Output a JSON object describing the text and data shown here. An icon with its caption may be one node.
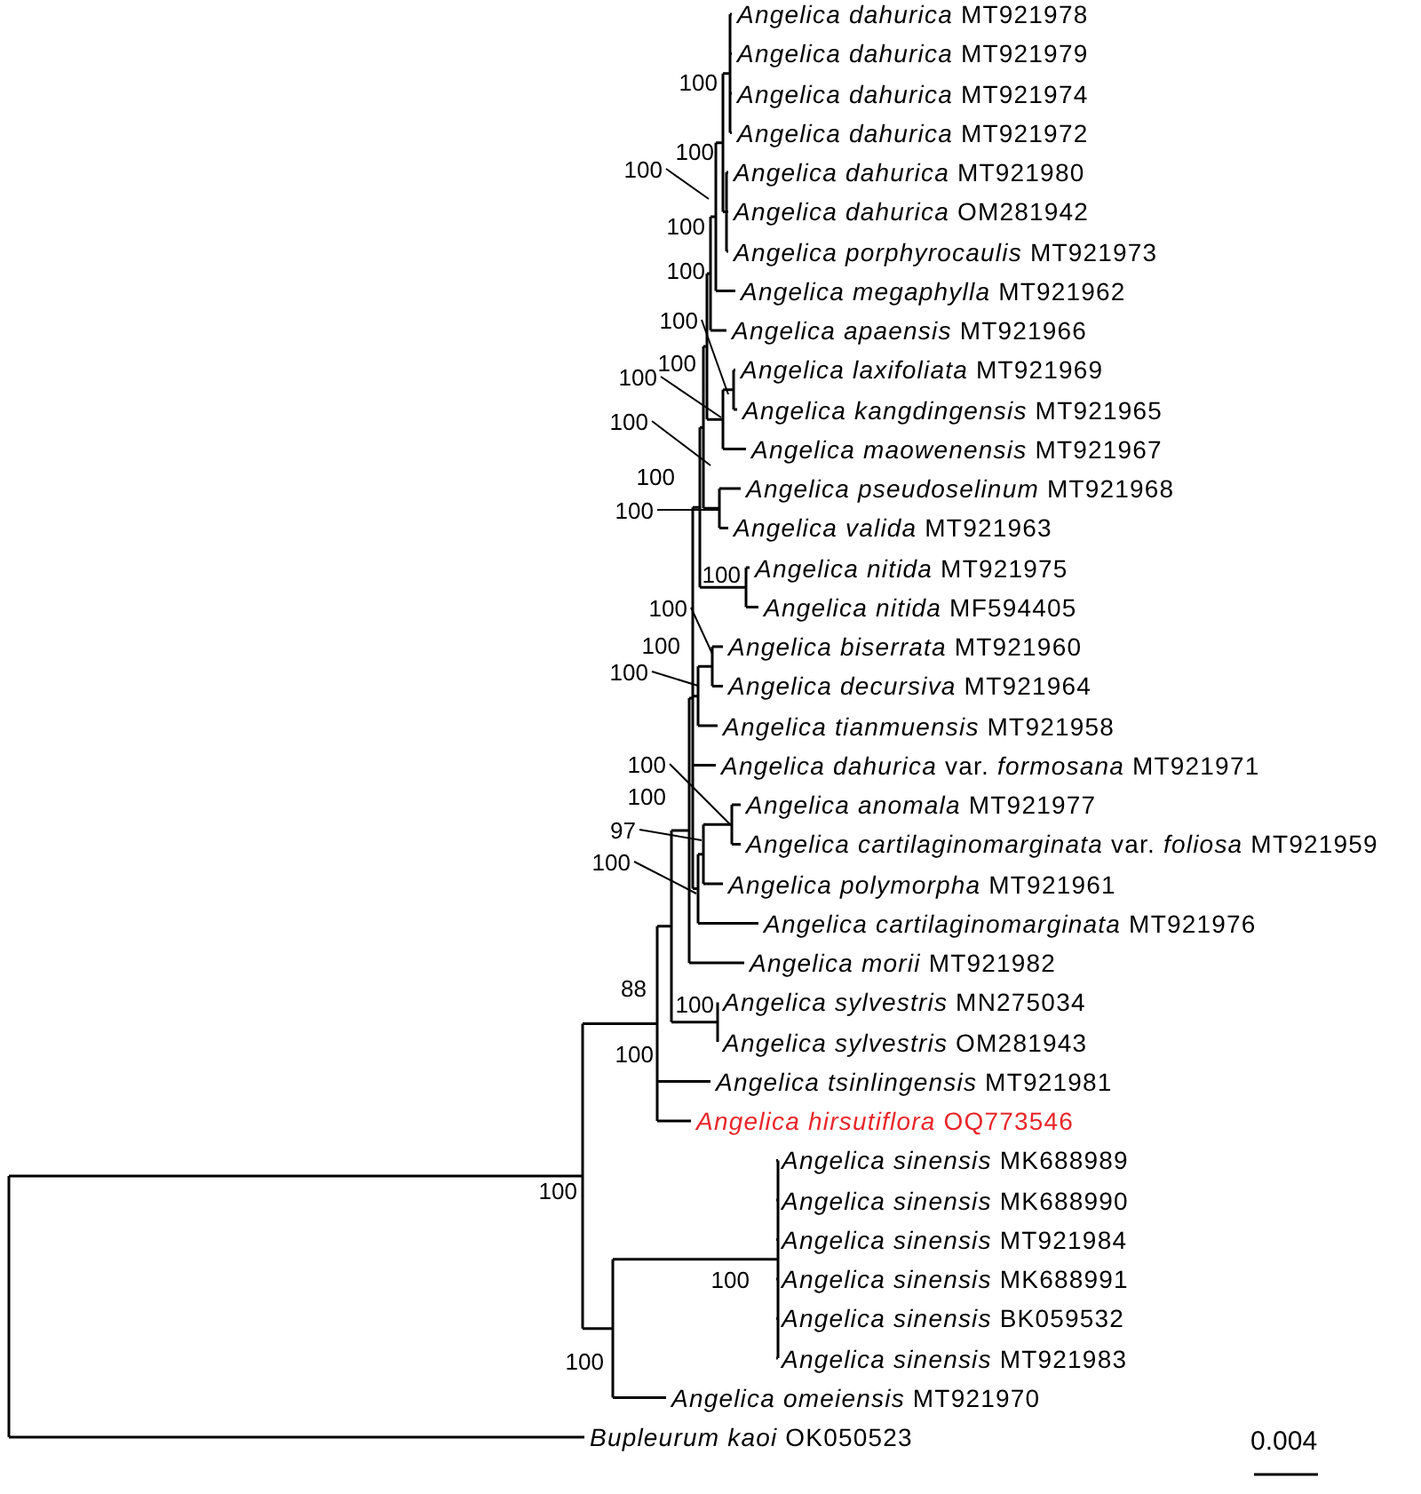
{
  "diagram": {
    "nodes": [
      {
        "text": [
          "100"
        ]
      },
      {
        "text": [
          "100"
        ]
      },
      {
        "text": [
          "100"
        ]
      },
      {
        "text": [
          "100"
        ]
      },
      {
        "text": [
          "100"
        ]
      },
      {
        "text": [
          "100"
        ]
      },
      {
        "text": [
          "100"
        ]
      },
      {
        "text": [
          "100"
        ]
      },
      {
        "text": [
          "97"
        ]
      },
      {
        "text": [
          "100"
        ]
      }
    ],
    "edges": [
      {
        "from": 0,
        "to": null,
        "arrow": "none"
      },
      {
        "from": 1,
        "to": null,
        "arrow": "none"
      },
      {
        "from": 2,
        "to": null,
        "arrow": "none"
      },
      {
        "from": 3,
        "to": null,
        "arrow": "none"
      },
      {
        "from": 4,
        "to": null,
        "arrow": "none"
      },
      {
        "from": 5,
        "to": null,
        "arrow": "none"
      },
      {
        "from": 6,
        "to": null,
        "arrow": "none"
      },
      {
        "from": 7,
        "to": null,
        "arrow": "none"
      },
      {
        "from": 8,
        "to": null,
        "arrow": "none"
      },
      {
        "from": 9,
        "to": null,
        "arrow": "none"
      }
    ],
    "labels": [
      "*Angelica dahurica* MT921978",
      "*Angelica dahurica* MT921979",
      "100",
      "*Angelica dahurica* MT921974",
      "*Angelica dahurica* MT921972",
      "100",
      "*Angelica dahurica* MT921980",
      "*Angelica dahurica* OM281942",
      "100",
      "*Angelica porphyrocaulis* MT921973",
      "100",
      "*Angelica megaphylla* MT921962",
      "*Angelica apaensis* MT921966",
      "100",
      "*Angelica laxifoliata* MT921969",
      "*Angelica kangdingensis* MT921965",
      "*Angelica maowenensis* MT921967",
      "100",
      "*Angelica pseudoselinum* MT921968",
      "*Angelica valida* MT921963",
      "100",
      "*Angelica nitida* MT921975",
      "*Angelica nitida* MF594405",
      "100",
      "*Angelica biserrata* MT921960",
      "*Angelica decursiva* MT921964",
      "*Angelica tianmuensis* MT921958",
      "*Angelica dahurica* var. *formosana* MT921971",
      "100",
      "*Angelica anomala* MT921977",
      "*Angelica cartilaginomarginata* var. *foliosa* MT921959",
      "*Angelica polymorpha* MT921961",
      "*Angelica cartilaginomarginata* MT921976",
      "*Angelica morii* MT921982",
      "88",
      "100",
      "*Angelica sylvestris* MN275034",
      "*Angelica sylvestris* OM281943",
      "100",
      "*Angelica tsinlingensis* MT921981",
      "*Angelica hirsutiflora* OQ773546",
      "*Angelica sinensis* MK688989",
      "*Angelica sinensis* MK688990",
      "*Angelica sinensis* MT921984",
      "*Angelica sinensis* MK688991",
      "*Angelica sinensis* BK059532",
      "*Angelica sinensis* MT921983",
      "100",
      "100",
      "100",
      "*Angelica omeiensis* MT921970",
      "*Bupleurum kaoi* OK050523",
      "0.004"
    ]
  }
}
